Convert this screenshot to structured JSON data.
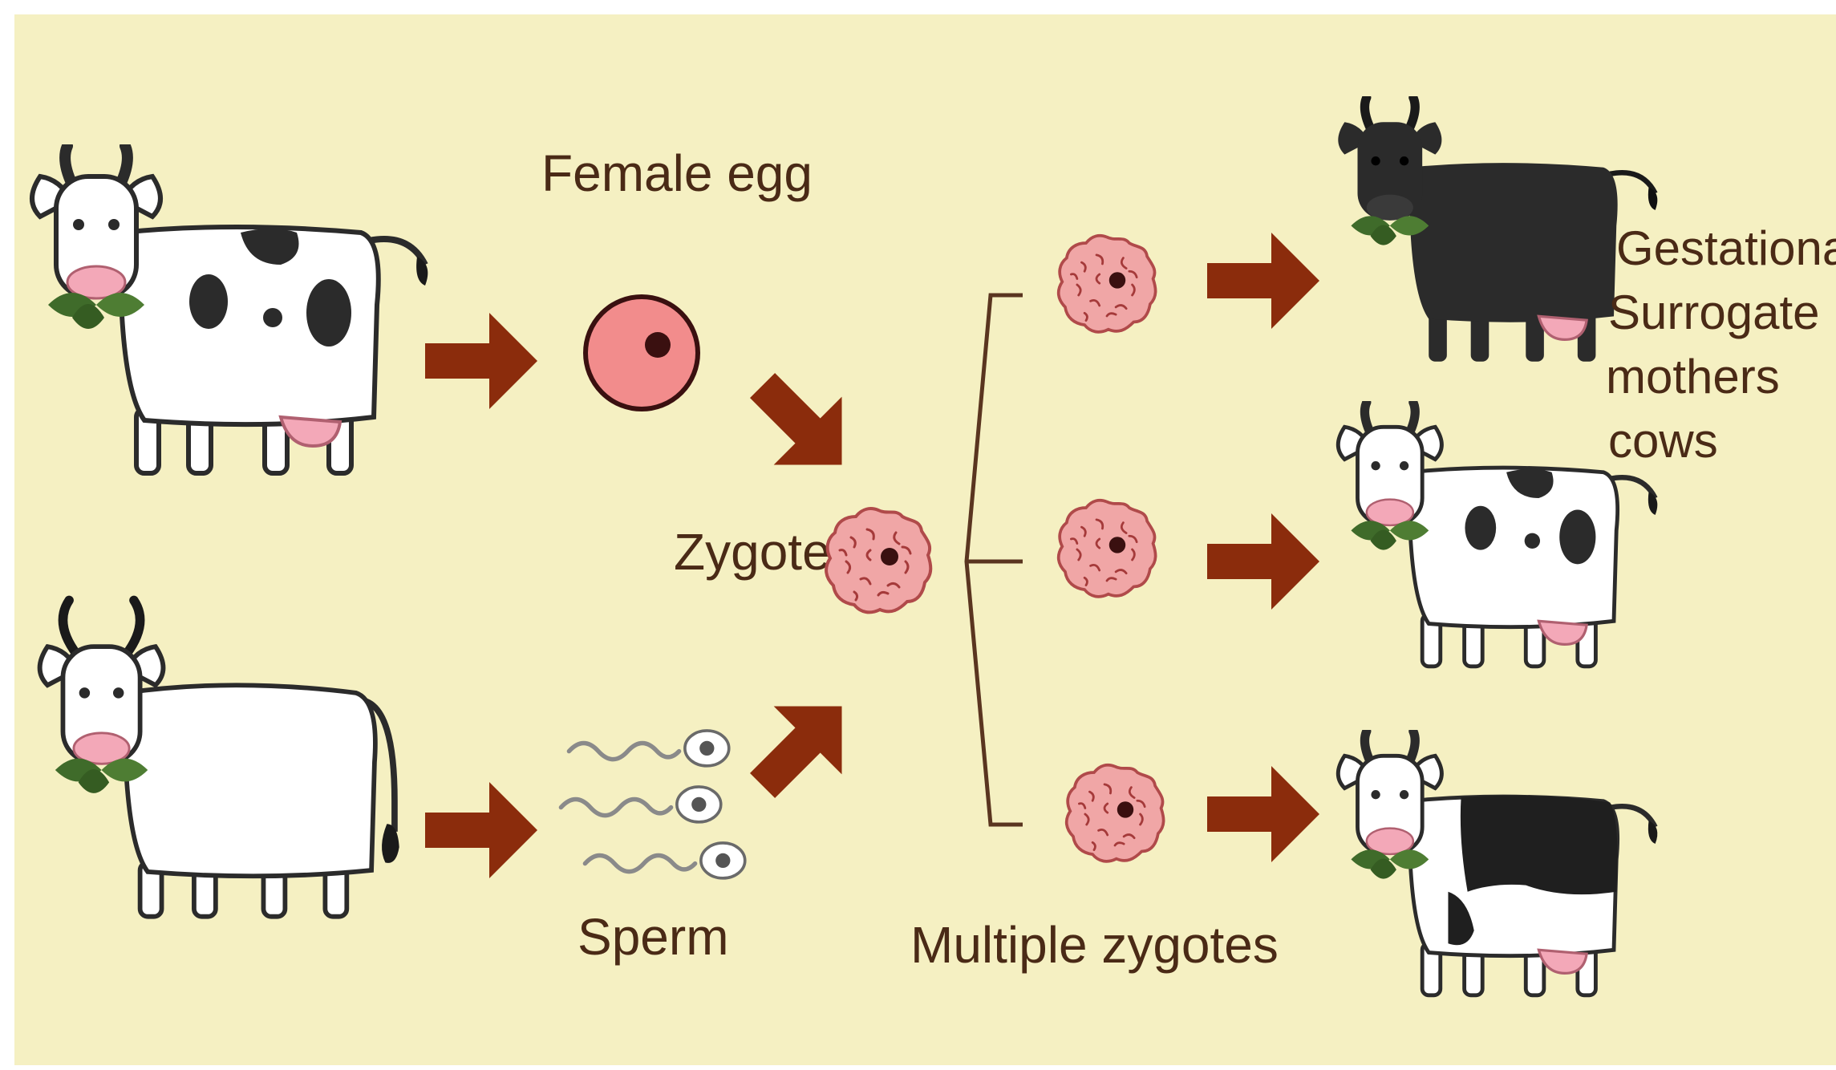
{
  "labels": {
    "female_egg": "Female egg",
    "zygote": "Zygote",
    "sperm": "Sperm",
    "multiple_zygotes": "Multiple zygotes",
    "surrogate_line1": "Gestational",
    "surrogate_line2": "Surrogate",
    "surrogate_line3": "mothers",
    "surrogate_line4": "cows"
  },
  "colors": {
    "background": "#f5f0c2",
    "arrow": "#8b2c0c",
    "text": "#4a2a16",
    "egg": "#f28c8c",
    "zygote": "#f0a6a6",
    "cow_white": "#ffffff",
    "cow_black": "#2b2b2b",
    "udder": "#f3a8b8",
    "leaf": "#3f6b2a"
  }
}
